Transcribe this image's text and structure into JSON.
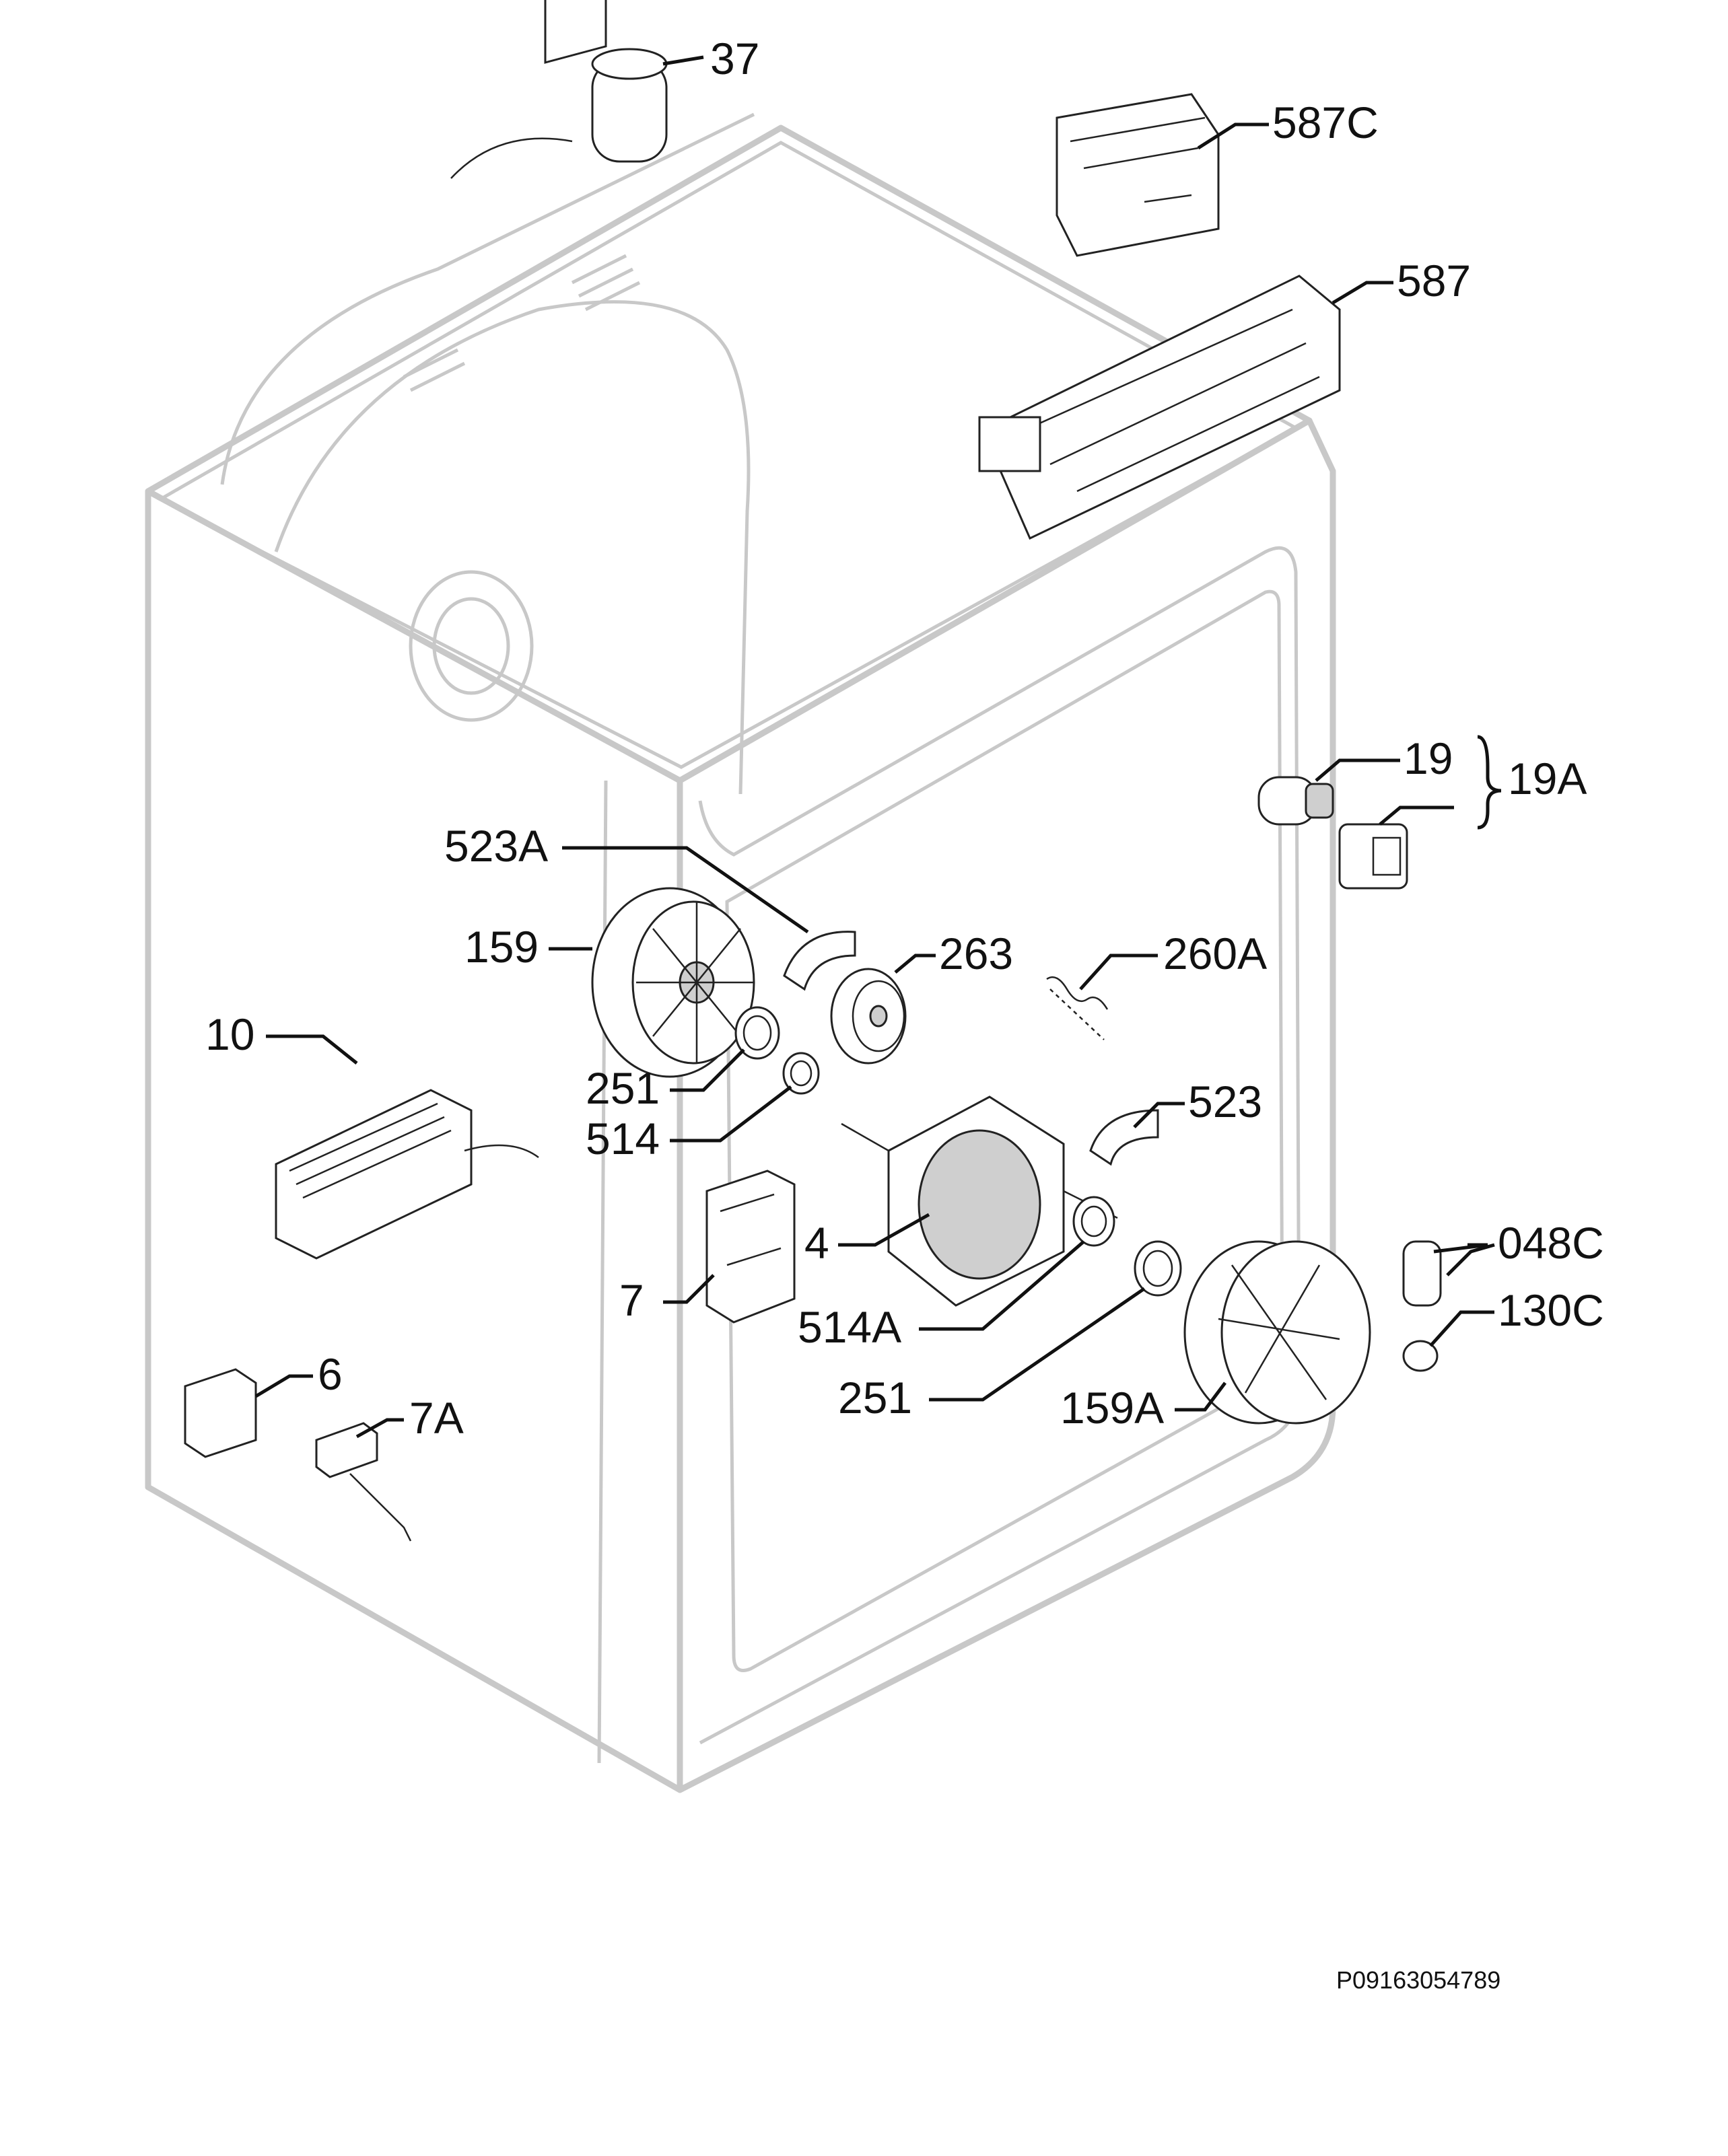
{
  "diagram": {
    "reference_code": "P09163054789",
    "labels": {
      "l37": "37",
      "l587C": "587C",
      "l587": "587",
      "l19": "19",
      "l19A": "19A",
      "l523A": "523A",
      "l159": "159",
      "l263": "263",
      "l260A": "260A",
      "l10": "10",
      "l251a": "251",
      "l514": "514",
      "l523": "523",
      "l4": "4",
      "l7": "7",
      "l514A": "514A",
      "l048C": "048C",
      "l130C": "130C",
      "l6": "6",
      "l7A": "7A",
      "l251b": "251",
      "l159A": "159A"
    }
  }
}
